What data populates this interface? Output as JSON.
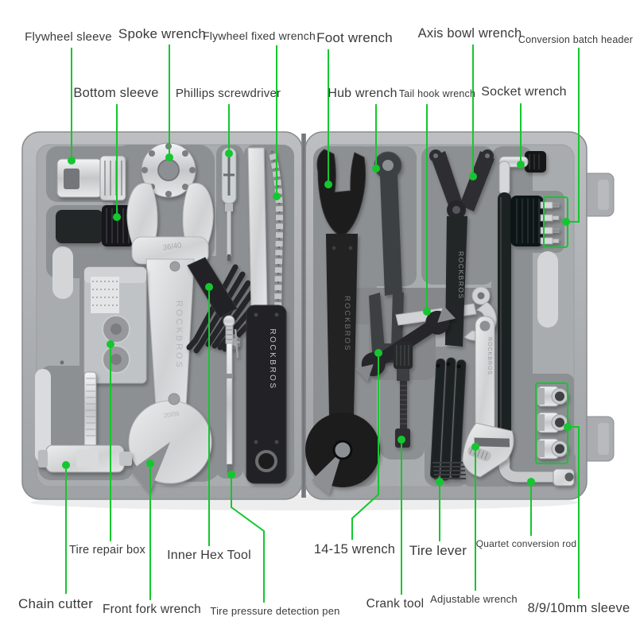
{
  "colors": {
    "annotation_green": "#14c72e",
    "label_text": "#3a3a3a",
    "case_gray": "#a9acaf",
    "recess_gray": "#8d9093",
    "tool_black": "#202124",
    "chrome": "#d5d7d9"
  },
  "brand": "ROCKBROS",
  "stamps": {
    "headset_wrench_top": "36/40",
    "headset_wrench_bottom": "20/06"
  },
  "labels": [
    {
      "id": "flywheel-sleeve",
      "text": "Flywheel sleeve"
    },
    {
      "id": "spoke-wrench",
      "text": "Spoke wrench"
    },
    {
      "id": "flywheel-fixed-wrench",
      "text": "Flywheel fixed wrench"
    },
    {
      "id": "foot-wrench",
      "text": "Foot wrench"
    },
    {
      "id": "axis-bowl-wrench",
      "text": "Axis bowl wrench"
    },
    {
      "id": "conversion-batch-header",
      "text": "Conversion batch header"
    },
    {
      "id": "bottom-sleeve",
      "text": "Bottom sleeve"
    },
    {
      "id": "phillips-screwdriver",
      "text": "Phillips screwdriver"
    },
    {
      "id": "hub-wrench",
      "text": "Hub wrench"
    },
    {
      "id": "tail-hook-wrench",
      "text": "Tail hook wrench"
    },
    {
      "id": "socket-wrench",
      "text": "Socket wrench"
    },
    {
      "id": "tire-repair-box",
      "text": "Tire repair box"
    },
    {
      "id": "inner-hex-tool",
      "text": "Inner Hex Tool"
    },
    {
      "id": "14-15-wrench",
      "text": "14-15 wrench"
    },
    {
      "id": "tire-lever",
      "text": "Tire lever"
    },
    {
      "id": "quartet-conversion-rod",
      "text": "Quartet conversion rod"
    },
    {
      "id": "chain-cutter",
      "text": "Chain cutter"
    },
    {
      "id": "front-fork-wrench",
      "text": "Front fork wrench"
    },
    {
      "id": "tire-pressure-detection-pen",
      "text": "Tire pressure detection pen"
    },
    {
      "id": "crank-tool",
      "text": "Crank tool"
    },
    {
      "id": "adjustable-wrench",
      "text": "Adjustable wrench"
    },
    {
      "id": "8-9-10mm-sleeve",
      "text": "8/9/10mm sleeve"
    }
  ]
}
